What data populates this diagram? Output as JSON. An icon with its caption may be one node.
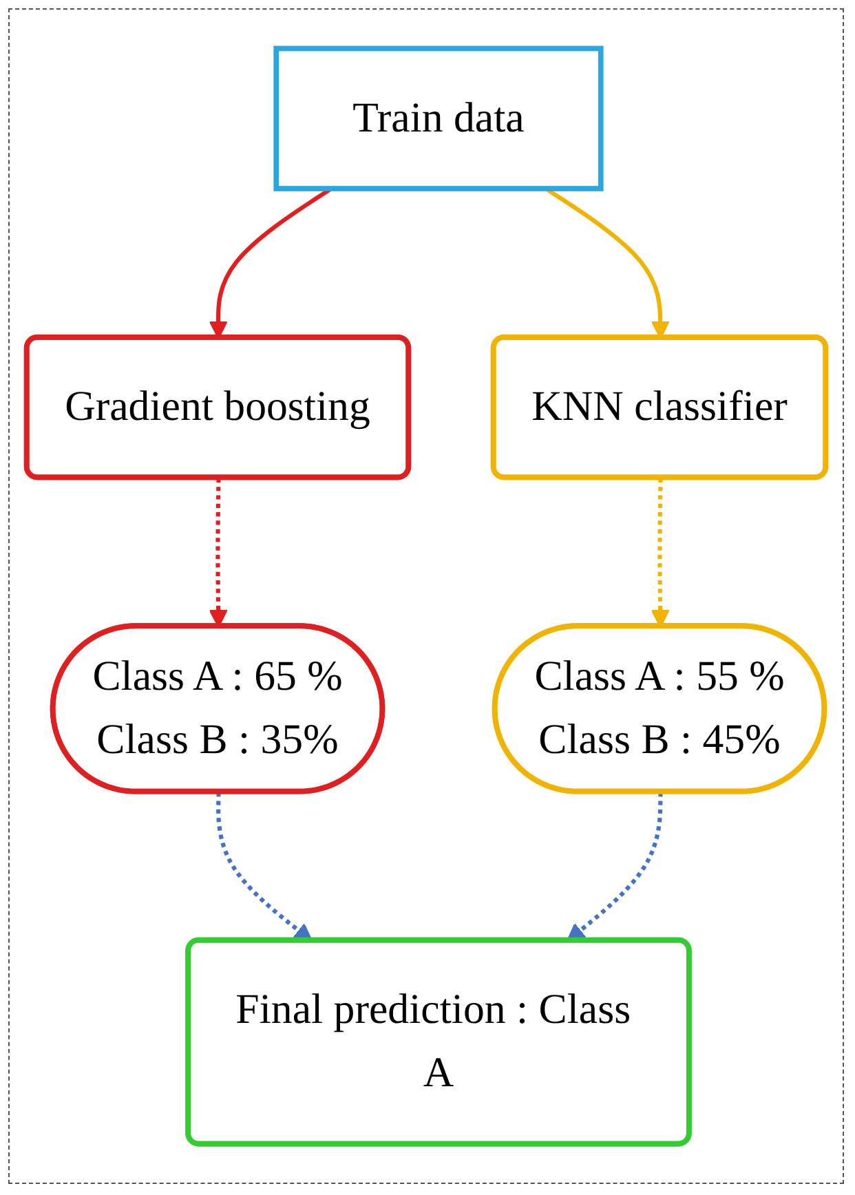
{
  "diagram": {
    "nodes": [
      {
        "text": [
          "Train data"
        ]
      },
      {
        "text": [
          "Gradient boosting"
        ]
      },
      {
        "text": [
          "KNN classifier"
        ]
      },
      {
        "text": [
          "Class A : 65 %",
          "Class B : 35%"
        ]
      },
      {
        "text": [
          "Class A : 55 %",
          "Class B : 45%"
        ]
      },
      {
        "text": [
          "Final prediction : Class A"
        ]
      }
    ],
    "edges": [
      {
        "from": 0,
        "to": 1,
        "arrow": "to",
        "color": "#e02020"
      },
      {
        "from": 0,
        "to": 2,
        "arrow": "to",
        "color": "#f0b400"
      },
      {
        "from": 1,
        "to": 3,
        "arrow": "to",
        "style": "dashed",
        "color": "#e02020"
      },
      {
        "from": 2,
        "to": 4,
        "arrow": "to",
        "style": "dashed",
        "color": "#f0b400"
      },
      {
        "from": 3,
        "to": 5,
        "arrow": "to",
        "style": "dashed",
        "color": "#4472c4"
      },
      {
        "from": 4,
        "to": 5,
        "arrow": "to",
        "style": "dashed",
        "color": "#4472c4"
      }
    ]
  }
}
